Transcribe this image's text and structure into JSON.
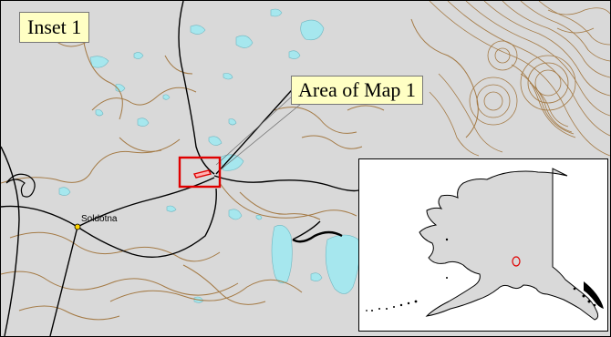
{
  "inset_title": "Inset 1",
  "callout_label": "Area of Map 1",
  "place_label": "Soldotna",
  "colors": {
    "background": "#d9d9d9",
    "contour": "#a47a45",
    "water": "#a6e7ee",
    "road": "#000000",
    "highlight": "#e00000",
    "callout_fill": "#ffffc4",
    "land_locator": "#d9d9d9"
  }
}
